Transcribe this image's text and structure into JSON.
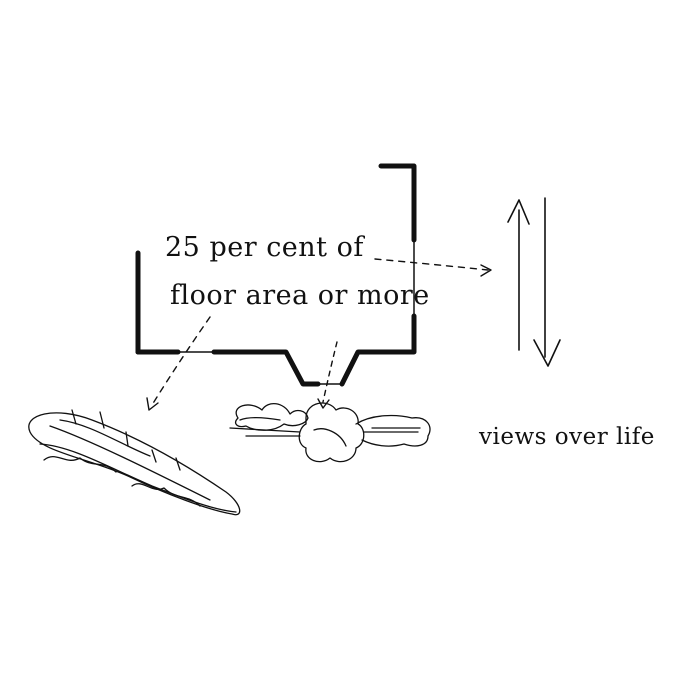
{
  "diagram": {
    "label_area_line1": "25 per cent of",
    "label_area_line2": "floor area or more",
    "label_views": "views over life"
  },
  "colors": {
    "ink": "#111111",
    "background": "#ffffff"
  }
}
